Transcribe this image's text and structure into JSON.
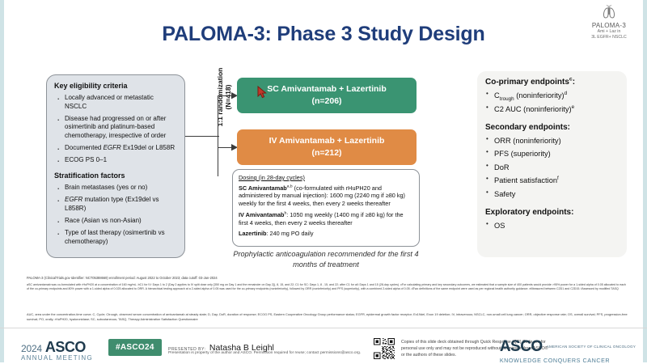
{
  "header": {
    "title": "PALOMA-3: Phase 3 Study Design",
    "logo": {
      "name": "PALOMA-3",
      "line1": "Ami + Laz in",
      "line2": "3L EGFR+ NSCLC"
    }
  },
  "eligibility": {
    "heading": "Key eligibility criteria",
    "items": [
      "Locally advanced or metastatic NSCLC",
      "Disease had progressed on or after osimertinib and platinum-based chemotherapy, irrespective of order",
      "Documented EGFR Ex19del or L858R",
      "ECOG PS 0–1"
    ],
    "strat_heading": "Stratification factors",
    "strat_items": [
      "Brain metastases (yes or no)",
      "EGFR mutation type (Ex19del vs L858R)",
      "Race (Asian vs non-Asian)",
      "Type of last therapy (osimertinib vs chemotherapy)"
    ]
  },
  "randomization": {
    "line1": "1:1 randomization",
    "line2": "(N=418)"
  },
  "arms": [
    {
      "name": "SC Amivantamab + Lazertinib",
      "n": "(n=206)",
      "color": "#3a9472"
    },
    {
      "name": "IV Amivantamab + Lazertinib",
      "n": "(n=212)",
      "color": "#e08b45"
    }
  ],
  "dosing": {
    "title": "Dosing (in 28-day cycles)",
    "sc_label": "SC Amivantamab",
    "sc_sup": "a,b",
    "sc_text": " (co-formulated with rHuPH20 and administered by manual injection): 1600 mg (2240 mg if ≥80 kg) weekly for the first 4 weeks, then every 2 weeks thereafter",
    "iv_label": "IV Amivantamab",
    "iv_sup": "b",
    "iv_text": ": 1050 mg weekly (1400 mg if ≥80 kg) for the first 4 weeks, then every 2 weeks thereafter",
    "laz_label": "Lazertinib",
    "laz_text": ": 240 mg PO daily"
  },
  "prophylaxis": "Prophylactic anticoagulation recommended for the first 4 months of treatment",
  "endpoints": {
    "coprimary_heading": "Co-primary endpoints",
    "coprimary_sup": "c",
    "coprimary_items": [
      {
        "text": "C",
        "sub": "trough",
        "rest": " (noninferiority)",
        "sup": "d"
      },
      {
        "text": "C2 AUC (noninferiority)",
        "sub": "",
        "rest": "",
        "sup": "e"
      }
    ],
    "secondary_heading": "Secondary endpoints:",
    "secondary_items": [
      {
        "text": "ORR (noninferiority)",
        "sup": ""
      },
      {
        "text": "PFS (superiority)",
        "sup": ""
      },
      {
        "text": "DoR",
        "sup": ""
      },
      {
        "text": "Patient satisfaction",
        "sup": "f"
      },
      {
        "text": "Safety",
        "sup": ""
      }
    ],
    "exploratory_heading": "Exploratory endpoints:",
    "exploratory_items": [
      {
        "text": "OS",
        "sup": ""
      }
    ]
  },
  "footnotes": {
    "source": "PALOMA-3 (ClinicalTrials.gov Identifier: NCT05388669) enrollment period: August 2022 to October 2023; data cutoff: 03-Jan-2024",
    "notes": "aSC amivantamab was co-formulated with rHuPH20 at a concentration of 160 mg/mL. bC1 for IV: Days 1 to 2 (Day 2 applies to IV split dose only [350 mg on Day 1 and the remainder on Day 2]), 8, 15, and 22; C1 for SC: Days 1, 8 , 15, and 22; after C1 for all: Days 1 and 15 (28-day cycles). cFor calculating primary and key secondary outcomes, we estimated that a sample size of 400 patients would provide >95% power for a 1-sided alpha of 0.05 allocated to each of the co-primary endpoints and 80% power with a 1-sided alpha of 0.025 allocated to ORR. A hierarchical testing approach at a 2-sided alpha of 0.05 was used for the co-primary endpoints (noninferiority), followed by ORR (noninferiority) and PFS (superiority), with a combined 2-sided alpha of 0.05. dTwo definitions of the same endpoint were used as per regional health authority guidance. eMeasured between C2D1 and C2D15. fAssessed by modified TASQ",
    "abbreviations": "AUC, area under the concentration-time curve; C, Cycle; Ctrough, observed serum concentration of amivantamab at steady state; D, Day; DoR, duration of response; ECOG PS, Eastern Cooperative Oncology Group performance status; EGFR, epidermal growth factor receptor; Ex19del, Exon 19 deletion; IV, intravenous; NSCLC, non-small cell lung cancer; ORR, objective response rate; OS, overall survival; PFS, progression-free survival; PO, orally; rHuPH20, hyaluronidase; SC, subcutaneous; TASQ, Therapy Administration Satisfaction Questionnaire"
  },
  "bottom": {
    "asco_year": "2024",
    "asco_big": "ASCO",
    "asco_sub": "ANNUAL MEETING",
    "hashtag": "#ASCO24",
    "presented_label": "PRESENTED BY:",
    "presenter": "Natasha B Leighl",
    "presented_note": "Presentation is property of the author and ASCO. Permission required for reuse; contact permissions@asco.org.",
    "qr_text": "Copies of this slide deck obtained through Quick Response (QR) Code are for personal use only and may not be reproduced without permission from ASCO® or the authors of these slides.",
    "asco_right_big": "ASCO",
    "asco_right_society": "AMERICAN SOCIETY OF CLINICAL ONCOLOGY",
    "asco_right_tagline": "KNOWLEDGE CONQUERS CANCER"
  }
}
